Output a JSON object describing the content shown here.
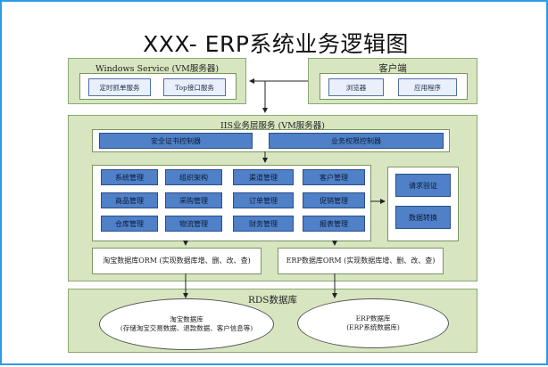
{
  "title": "XXX- ERP系统业务逻辑图",
  "windows_service": {
    "title": "Windows Service (VM服务器)",
    "items": [
      "定时抓单服务",
      "Top接口服务"
    ]
  },
  "client": {
    "title": "客户端",
    "items": [
      "浏览器",
      "应用程序"
    ]
  },
  "iis": {
    "title": "IIS业务层服务 (VM服务器)",
    "controllers": [
      "安全证书控制器",
      "业务权限控制器"
    ],
    "modules": [
      [
        "系统管理",
        "组织架构",
        "渠道管理",
        "客户管理"
      ],
      [
        "商品管理",
        "采购管理",
        "订单管理",
        "促销管理"
      ],
      [
        "仓库管理",
        "物流管理",
        "财务管理",
        "报表管理"
      ]
    ],
    "right_items": [
      "请求验证",
      "数据转换"
    ],
    "orm_taobao": "淘宝数据库ORM (实现数据库增、删、改、查)",
    "orm_erp": "ERP数据库ORM (实现数据库增、删、改、查)"
  },
  "rds": {
    "title": "RDS数据库",
    "taobao_db": {
      "name": "淘宝数据库",
      "desc": "(存储淘宝交易数据、退款数据、客户信息等)"
    },
    "erp_db": {
      "name": "ERP数据库",
      "desc": "(ERP系统数据库)"
    }
  },
  "colors": {
    "panel": "#d7e6c0",
    "box_blue": "#4f80c8",
    "border": "#2e9be6"
  }
}
